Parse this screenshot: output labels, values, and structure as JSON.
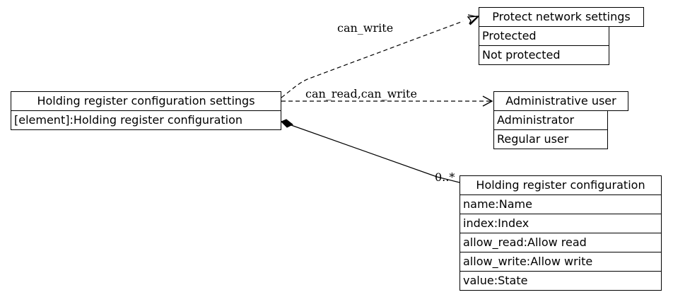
{
  "nodes": {
    "settings": {
      "title": "Holding register configuration settings",
      "rows": [
        "[element]:Holding register configuration"
      ]
    },
    "protect": {
      "title": "Protect network settings",
      "rows": [
        "Protected",
        "Not protected"
      ]
    },
    "admin": {
      "title": "Administrative user",
      "rows": [
        "Administrator",
        "Regular user"
      ]
    },
    "config": {
      "title": "Holding register configuration",
      "rows": [
        "name:Name",
        "index:Index",
        "allow_read:Allow read",
        "allow_write:Allow write",
        "value:State"
      ]
    }
  },
  "edges": {
    "can_write": "can_write",
    "can_read_write": "can_read,can_write",
    "multiplicity": "0..*"
  }
}
